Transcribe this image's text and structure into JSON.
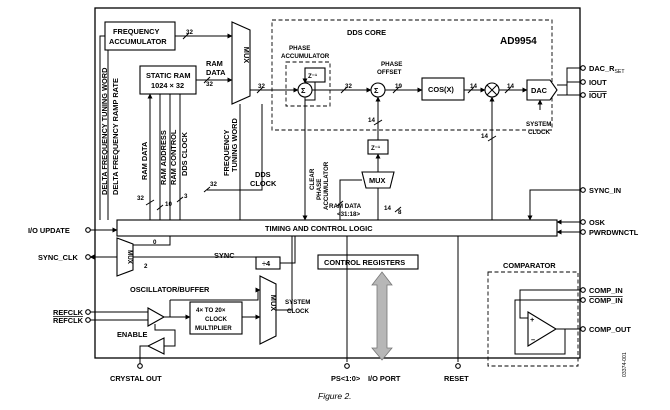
{
  "chip": "AD9954",
  "caption": "Figure 2.",
  "doc_code": "03374-001",
  "dds_core": "DDS CORE",
  "blocks": {
    "frequency_accumulator": [
      "FREQUENCY",
      "ACCUMULATOR"
    ],
    "static_ram": [
      "STATIC RAM",
      "1024 × 32"
    ],
    "mux_top": "MUX",
    "phase_accumulator": [
      "PHASE",
      "ACCUMULATOR"
    ],
    "phase_offset": [
      "PHASE",
      "OFFSET"
    ],
    "cos": "COS(X)",
    "dac": "DAC",
    "z_inv": "Z⁻¹",
    "mux_mid": "MUX",
    "timing": "TIMING AND CONTROL LOGIC",
    "control_registers": "CONTROL REGISTERS",
    "oscillator": "OSCILLATOR/BUFFER",
    "clock_mult": [
      "4× TO 20×",
      "CLOCK",
      "MULTIPLIER"
    ],
    "mux_sys": "MUX",
    "mux_sync": "MUX",
    "div4": "÷4",
    "comparator": "COMPARATOR",
    "system_clock_right": [
      "SYSTEM",
      "CLOCK"
    ],
    "system_clock_bottom": [
      "SYSTEM",
      "CLOCK"
    ]
  },
  "signals": {
    "delta_ftw": "DELTA FREQUENCY TUNING WORD",
    "delta_frr": "DELTA FREQUENCY RAMP RATE",
    "ram_data_v": "RAM DATA",
    "ram_address_v": "RAM ADDRESS",
    "ram_control_v": "RAM CONTROL",
    "dds_clock_v": "DDS CLOCK",
    "ram_data_top": [
      "RAM",
      "DATA"
    ],
    "ftw": [
      "FREQUENCY",
      "TUNING WORD"
    ],
    "dds_clock": [
      "DDS",
      "CLOCK"
    ],
    "clear_phase_acc": [
      "CLEAR",
      "PHASE",
      "ACCUMULATOR"
    ],
    "ram_data_bits": [
      "RAM DATA",
      "<31:18>"
    ],
    "sync": "SYNC",
    "enable": "ENABLE"
  },
  "bus_widths": {
    "b32_fa": "32",
    "b32_ram": "32",
    "b32_mux": "32",
    "b32_pa": "32",
    "b19": "19",
    "b14_cos": "14",
    "b14_dac": "14",
    "b14_po": "14",
    "b14_left": "14",
    "b14_mux": "14",
    "b32_v": "32",
    "b10": "10",
    "b3": "3",
    "b32_ftw": "32",
    "b8": "8",
    "b0": "0",
    "b2": "2"
  },
  "pins": {
    "dac_rset": "DAC_R",
    "dac_rset_sub": "SET",
    "iout": "IOUT",
    "iout_bar": "IOUT",
    "sync_in": "SYNC_IN",
    "osk": "OSK",
    "pwrdwnctl": "PWRDWNCTL",
    "io_update": "I/O UPDATE",
    "sync_clk": "SYNC_CLK",
    "refclk": "REFCLK",
    "refclk_bar": "REFCLK",
    "crystal_out": "CRYSTAL OUT",
    "ps": "PS<1:0>",
    "io_port": "I/O PORT",
    "reset": "RESET",
    "comp_in": "COMP_IN",
    "comp_in_bar": "COMP_IN",
    "comp_out": "COMP_OUT"
  }
}
